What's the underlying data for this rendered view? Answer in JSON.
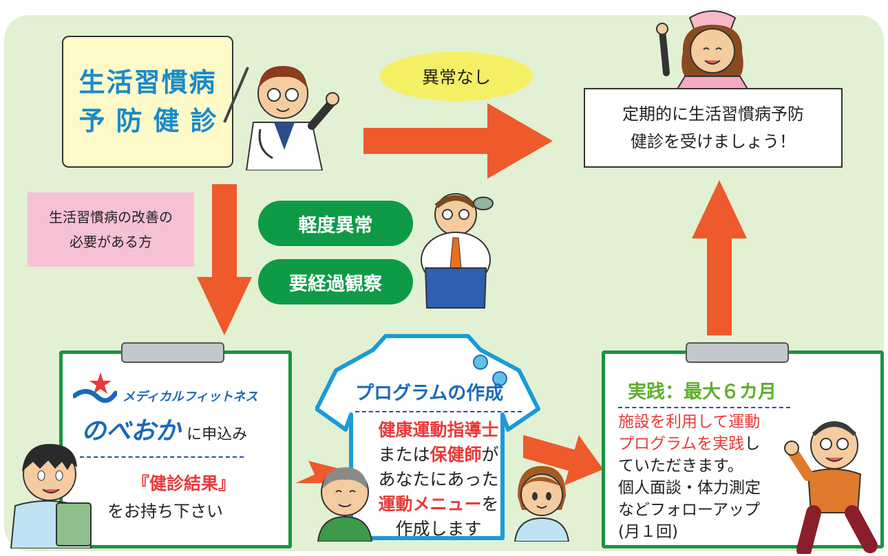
{
  "title": {
    "line1": "生活習慣病",
    "line2": "予防健診"
  },
  "normal_label": "異常なし",
  "goal": {
    "line1": "定期的に生活習慣病予防",
    "line2": "健診を受けましょう！"
  },
  "improvement_note": {
    "line1": "生活習慣病の改善の",
    "line2": "必要がある方"
  },
  "result_labels": {
    "mild": "軽度異常",
    "observe": "要経過観察"
  },
  "apply_card": {
    "brand_sub": "メディカルフィットネス",
    "brand_main": "のべおか",
    "apply_suffix": "に申込み",
    "bring_item": "『健診結果』",
    "bring_text": "をお持ち下さい"
  },
  "program": {
    "title": "プログラムの作成",
    "trainer": "健康運動指導士",
    "or": "または",
    "nurse": "保健師",
    "ga": "が",
    "line3": "あなたにあった",
    "menu": "運動メニュー",
    "wo": "を",
    "line5": "作成します"
  },
  "practice": {
    "title": "実践：最大６カ月",
    "red1": "施設を利用して運動",
    "red2": "プログラムを実践",
    "red2_tail": "し",
    "line3": "ていただきます。",
    "line4": "個人面談・体力測定",
    "line5": "などフォローアップ",
    "line6": "(月１回)"
  },
  "colors": {
    "background": "#e2f0d3",
    "title_text": "#1a8ac9",
    "arrow": "#ee5a2c",
    "green_label": "#0f9a47",
    "card_border": "#199540",
    "highlight_red": "#e83a3a",
    "shirt_border": "#1a9ad9"
  },
  "icons": [
    "doctor-illustration",
    "nurse-illustration",
    "overweight-man-illustration",
    "staff-illustration",
    "elderly-man-illustration",
    "young-woman-illustration",
    "exercising-man-illustration",
    "brand-logo-icon"
  ]
}
